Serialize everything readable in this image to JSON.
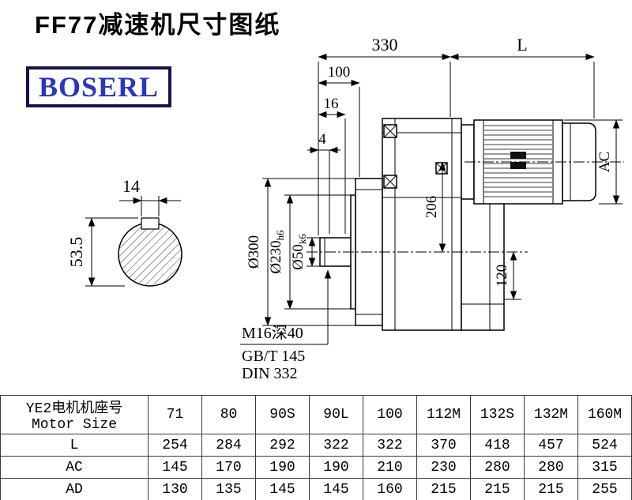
{
  "page": {
    "title": "FF77减速机尺寸图纸",
    "logo_text": "BOSERL",
    "logo_color": "#2a35c0",
    "background": "#ffffff"
  },
  "drawing": {
    "dims": {
      "d330": "330",
      "L": "L",
      "d100": "100",
      "d16": "16",
      "d4": "4",
      "AC": "AC",
      "d206": "206",
      "d120": "120",
      "dia300": "Ø300",
      "dia230": "Ø230",
      "dia230_tol": "h6",
      "dia50": "Ø50",
      "dia50_tol": "k6",
      "d14": "14",
      "d53_5": "53.5"
    },
    "notes": [
      "M16深40",
      "GB/T 145",
      "DIN 332"
    ]
  },
  "table": {
    "header": {
      "label_cn": "YE2电机机座号",
      "label_en": "Motor Size",
      "sizes": [
        "71",
        "80",
        "90S",
        "90L",
        "100",
        "112M",
        "132S",
        "132M",
        "160M"
      ]
    },
    "rows": [
      {
        "label": "L",
        "values": [
          "254",
          "284",
          "292",
          "322",
          "322",
          "370",
          "418",
          "457",
          "524"
        ]
      },
      {
        "label": "AC",
        "values": [
          "145",
          "170",
          "190",
          "190",
          "210",
          "230",
          "280",
          "280",
          "315"
        ]
      },
      {
        "label": "AD",
        "values": [
          "130",
          "135",
          "145",
          "145",
          "160",
          "215",
          "215",
          "215",
          "255"
        ]
      }
    ]
  }
}
